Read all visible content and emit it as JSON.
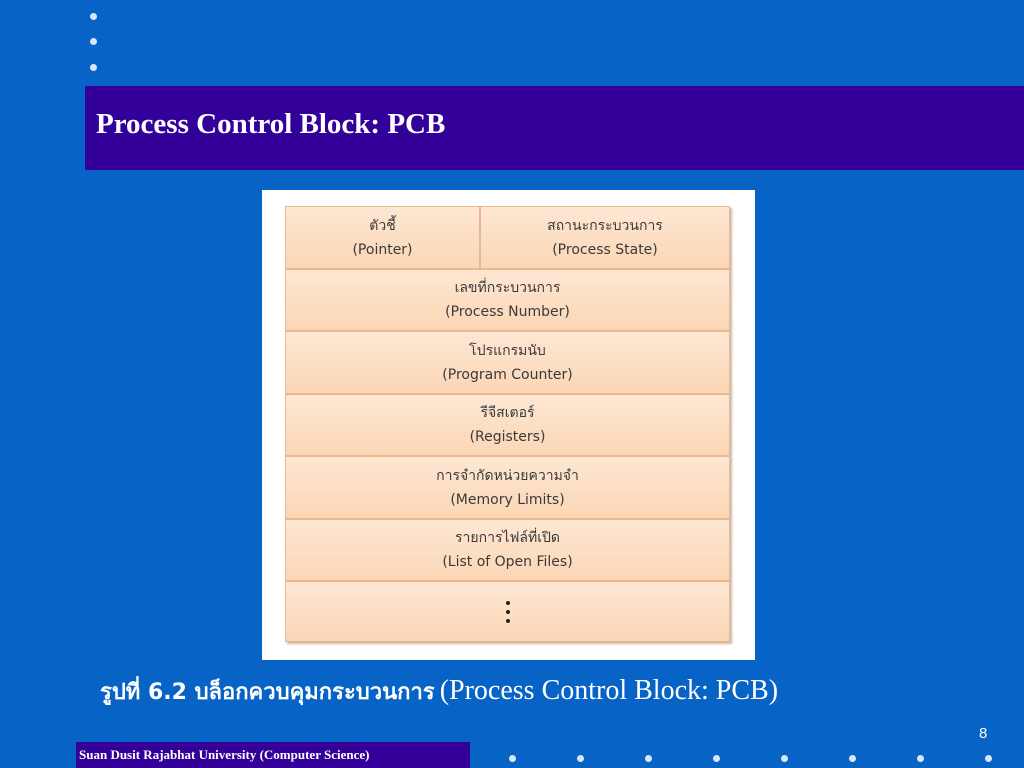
{
  "slide": {
    "title": "Process Control Block: PCB",
    "page_number": "8",
    "footer": "Suan Dusit Rajabhat University (Computer Science)",
    "colors": {
      "background": "#0863c6",
      "bar": "#330099",
      "cell": "#fbd6b5"
    }
  },
  "pcb": {
    "pointer": {
      "thai": "ตัวชี้",
      "english": "(Pointer)"
    },
    "state": {
      "thai": "สถานะกระบวนการ",
      "english": "(Process State)"
    },
    "rows": [
      {
        "thai": "เลขที่กระบวนการ",
        "english": "(Process Number)"
      },
      {
        "thai": "โปรแกรมนับ",
        "english": "(Program Counter)"
      },
      {
        "thai": "รีจีสเตอร์",
        "english": "(Registers)"
      },
      {
        "thai": "การจำกัดหน่วยความจำ",
        "english": "(Memory Limits)"
      },
      {
        "thai": "รายการไฟล์ที่เปิด",
        "english": "(List of Open Files)"
      }
    ],
    "ellipsis_icon": "vertical-ellipsis-icon"
  },
  "caption": {
    "thai": "รูปที่ 6.2 บล็อกควบคุมกระบวนการ",
    "english": "(Process Control Block: PCB)"
  }
}
